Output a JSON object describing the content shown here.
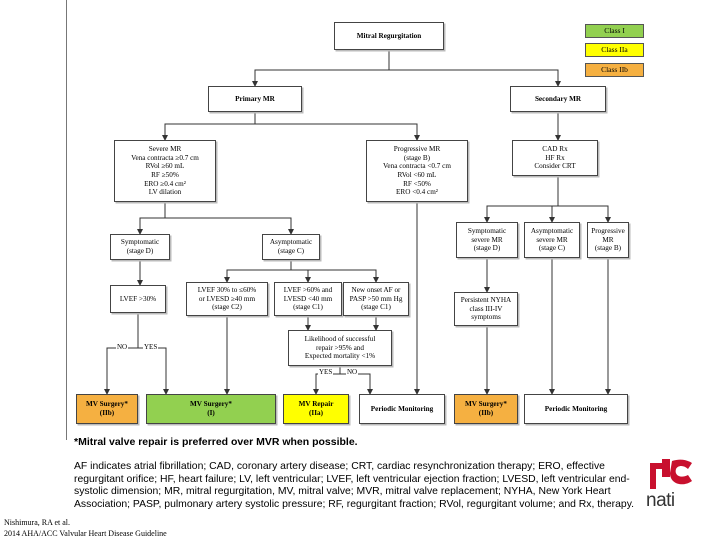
{
  "legend": [
    {
      "label": "Class I",
      "color": "#92d050"
    },
    {
      "label": "Class IIa",
      "color": "#ffff00"
    },
    {
      "label": "Class IIb",
      "color": "#f5b041"
    }
  ],
  "nodes": {
    "root": "Mitral Regurgitation",
    "primary": "Primary MR",
    "secondary": "Secondary MR",
    "severe": "Severe MR\nVena contracta ≥0.7 cm\nRVol ≥60 mL\nRF ≥50%\nERO ≥0.4 cm²\nLV dilation",
    "progressive": "Progressive MR\n(stage B)\nVena contracta <0.7 cm\nRVol <60 mL\nRF <50%\nERO <0.4 cm²",
    "cad": "CAD Rx\nHF Rx\nConsider CRT",
    "symptomatic": "Symptomatic\n(stage D)",
    "asymptomatic": "Asymptomatic\n(stage C)",
    "sec_symptomatic": "Symptomatic\nsevere MR\n(stage D)",
    "sec_asymptomatic": "Asymptomatic\nsevere MR\n(stage C)",
    "sec_progressive": "Progressive\nMR\n(stage B)",
    "lvef30": "LVEF >30%",
    "c2": "LVEF 30% to ≤60%\nor LVESD ≥40 mm\n(stage C2)",
    "c1": "LVEF >60% and\nLVESD <40 mm\n(stage C1)",
    "newaf": "New onset AF or\nPASP >50 mm Hg\n(stage C1)",
    "nyha": "Persistent NYHA\nclass III-IV\nsymptoms",
    "likelihood": "Likelihood of successful\nrepair >95% and\nExpected mortality <1%",
    "mv_surg_iib_1": "MV Surgery*\n(IIb)",
    "mv_surg_i": "MV Surgery*\n(I)",
    "mv_repair_iia": "MV Repair\n(IIa)",
    "periodic_1": "Periodic Monitoring",
    "mv_surg_iib_2": "MV Surgery*\n(IIb)",
    "periodic_2": "Periodic Monitoring"
  },
  "edge_labels": {
    "no1": "NO",
    "yes1": "YES",
    "yes2": "YES",
    "no2": "NO"
  },
  "footnote": "*Mitral valve repair is preferred over MVR when possible.",
  "abbreviations": "AF indicates atrial fibrillation; CAD, coronary artery disease; CRT, cardiac resynchronization therapy; ERO, effective regurgitant orifice; HF, heart failure; LV, left ventricular; LVEF, left ventricular ejection fraction; LVESD, left ventricular end-systolic dimension; MR, mitral regurgitation, MV, mitral valve; MVR, mitral valve replacement; NYHA, New York Heart Association; PASP, pulmonary artery systolic pressure; RF, regurgitant fraction; RVol, regurgitant volume; and Rx, therapy.",
  "citation": {
    "line1": "Nishimura, RA et al.",
    "line2": "2014 AHA/ACC Valvular Heart Disease Guideline"
  },
  "logo_text": "nati"
}
